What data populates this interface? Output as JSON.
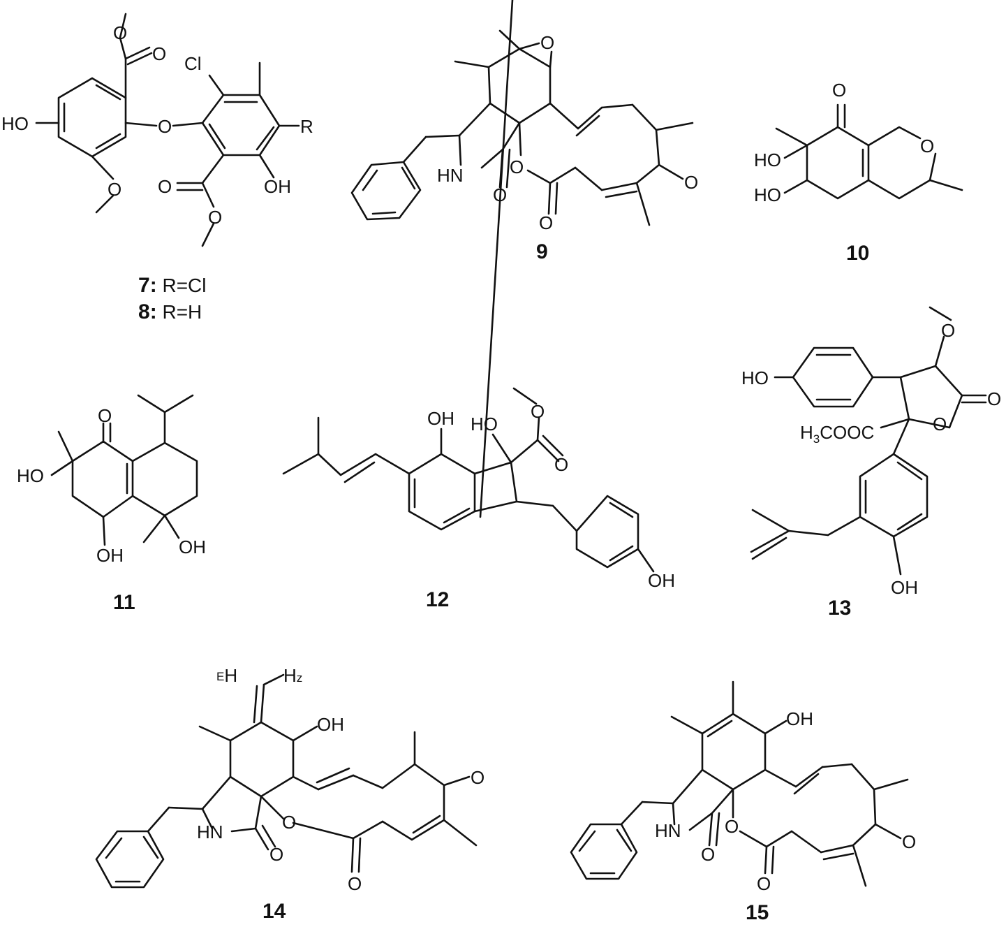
{
  "compounds": [
    {
      "id": "7",
      "label": "7",
      "caption_sep": ":",
      "caption_rest": " R=Cl"
    },
    {
      "id": "8",
      "label": "8",
      "caption_sep": ":",
      "caption_rest": " R=H"
    },
    {
      "id": "9",
      "label": "9"
    },
    {
      "id": "10",
      "label": "10"
    },
    {
      "id": "11",
      "label": "11"
    },
    {
      "id": "12",
      "label": "12"
    },
    {
      "id": "13",
      "label": "13"
    },
    {
      "id": "14",
      "label": "14"
    },
    {
      "id": "15",
      "label": "15"
    }
  ],
  "atoms": {
    "O": "O",
    "Cl": "Cl",
    "R": "R",
    "HO": "HO",
    "OH": "OH",
    "HN": "HN",
    "H3COOC_a": "H",
    "H3COOC_sub": "3",
    "H3COOC_b": "COOC",
    "H_E": "H",
    "E": "E",
    "H_Z": "H",
    "Z": "z"
  }
}
